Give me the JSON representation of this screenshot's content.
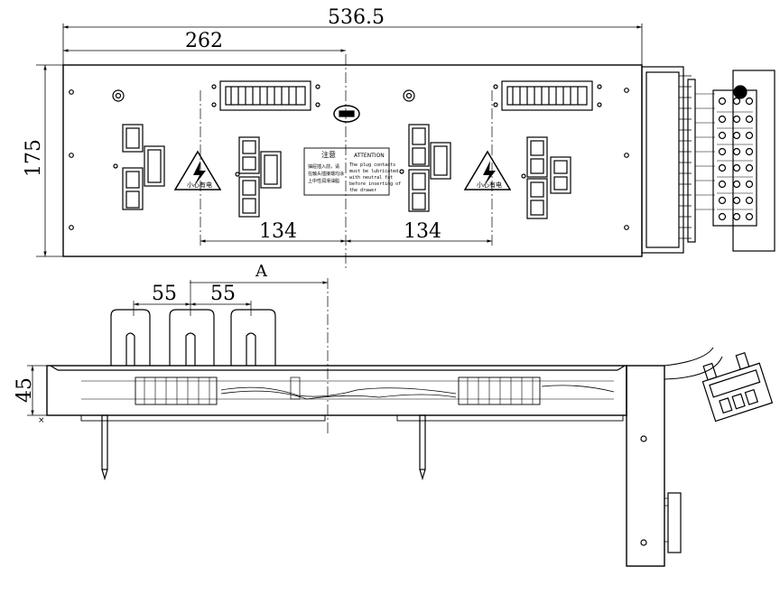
{
  "top_view": {
    "dims": {
      "overall_width": "536.5",
      "to_center": "262",
      "height": "175",
      "span_left": "134",
      "span_right": "134"
    },
    "notice": {
      "title_cn": "注意",
      "title_en": "ATTENTION",
      "body_cn": [
        "抽屉插入前，请",
        "在触头插接端均涂",
        "上中性润滑油脂"
      ],
      "body_en": [
        "The plug contacts",
        "must be lubricated",
        "with neutral fat",
        "before inserting of",
        "the drawer"
      ]
    },
    "warning_label": "小心有电"
  },
  "side_view": {
    "dims": {
      "ref": "A",
      "pitch_1": "55",
      "pitch_2": "55",
      "height": "45"
    },
    "corner_mark": "×"
  }
}
